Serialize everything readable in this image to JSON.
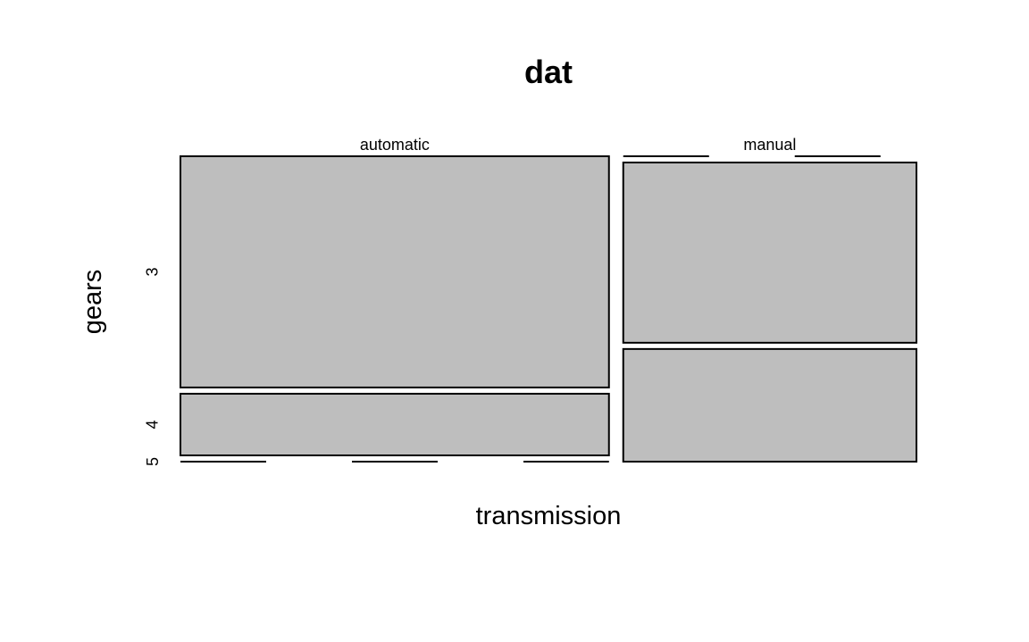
{
  "chart_data": {
    "type": "mosaic",
    "title": "dat",
    "xlabel": "transmission",
    "ylabel": "gears",
    "x_categories": [
      "automatic",
      "manual"
    ],
    "y_categories": [
      "3",
      "4",
      "5"
    ],
    "counts": [
      {
        "transmission": "automatic",
        "values": [
          15,
          4,
          0
        ]
      },
      {
        "transmission": "manual",
        "values": [
          0,
          8,
          5
        ]
      }
    ],
    "fill_color": "#bebebe",
    "stroke_color": "#000000"
  }
}
